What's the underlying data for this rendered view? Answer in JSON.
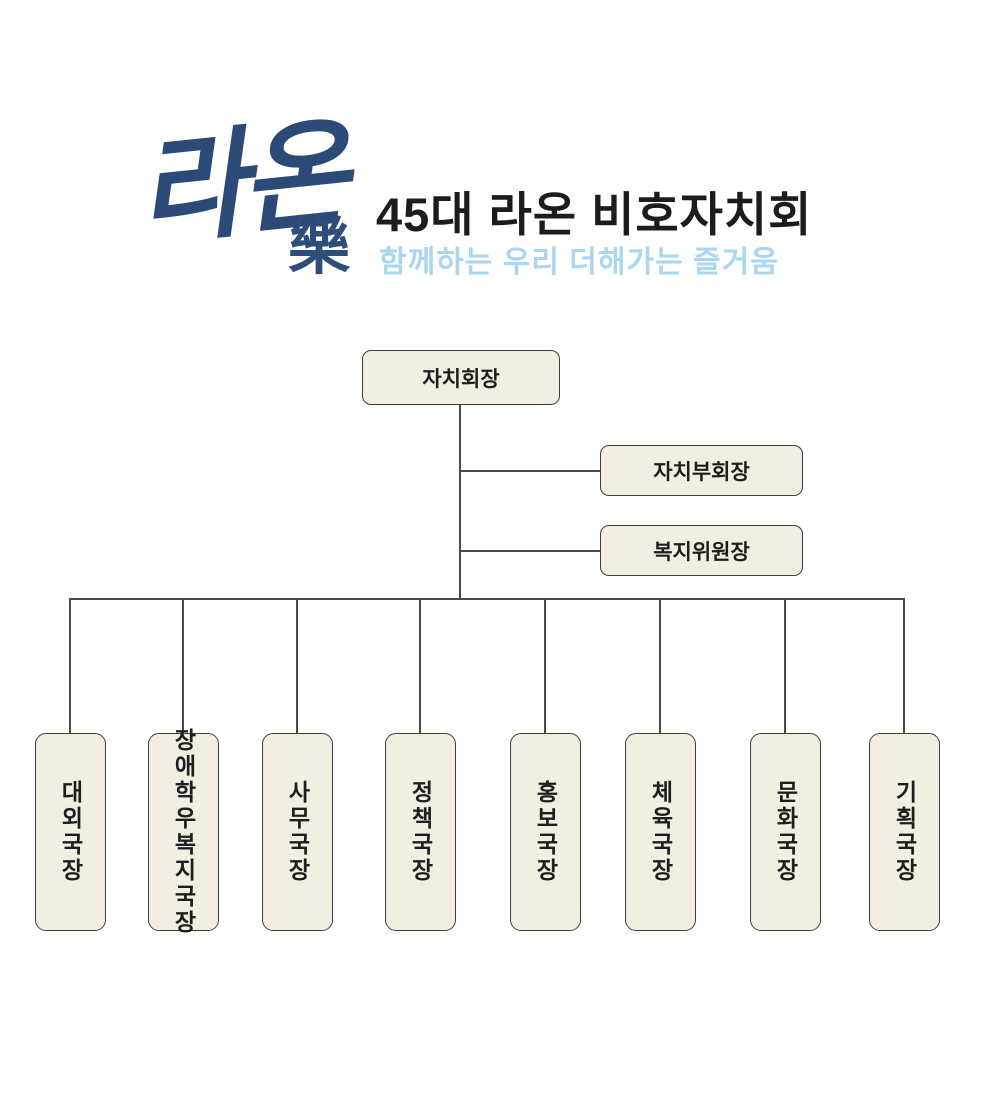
{
  "header": {
    "logo_script": "라온",
    "logo_seal": "樂",
    "title": "45대 라온 비호자치회",
    "subtitle": "함께하는 우리 더해가는 즐거움"
  },
  "chart": {
    "president": "자치회장",
    "vice_president": "자치부회장",
    "welfare_chair": "복지위원장",
    "departments": [
      "대외국장",
      "장애학우복지국장",
      "사무국장",
      "정책국장",
      "홍보국장",
      "체육국장",
      "문화국장",
      "기획국장"
    ]
  },
  "colors": {
    "box_fill": "#f2efe2",
    "box_border": "#3f3f3f",
    "line": "#4a4a4a",
    "title": "#1c1c1a",
    "subtitle": "#a9d6f2",
    "logo": "#2b4a78"
  }
}
